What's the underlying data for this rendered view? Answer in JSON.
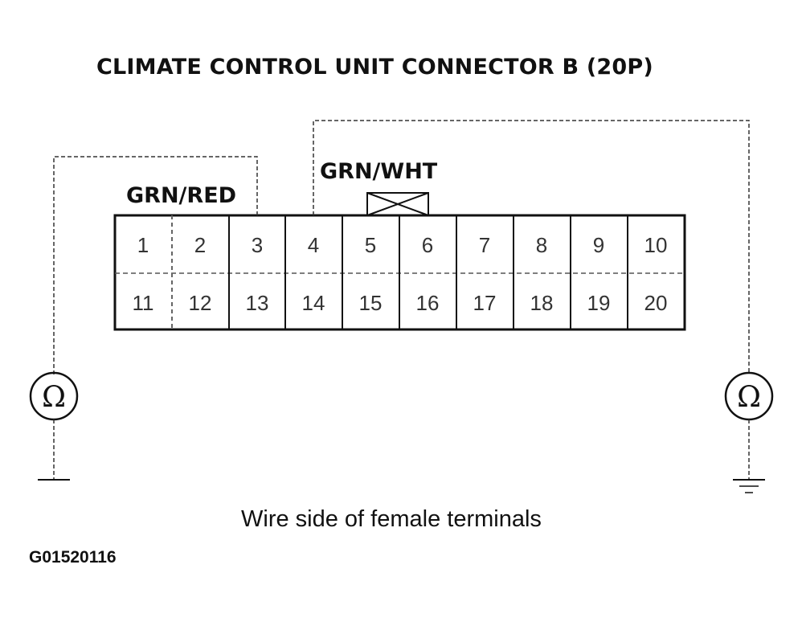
{
  "title": "CLIMATE CONTROL UNIT CONNECTOR B (20P)",
  "wires": {
    "left": "GRN/RED",
    "right": "GRN/WHT"
  },
  "connector": {
    "top_row": [
      "1",
      "2",
      "3",
      "4",
      "5",
      "6",
      "7",
      "8",
      "9",
      "10"
    ],
    "bottom_row": [
      "11",
      "12",
      "13",
      "14",
      "15",
      "16",
      "17",
      "18",
      "19",
      "20"
    ]
  },
  "meters": {
    "left_symbol": "Ω",
    "right_symbol": "Ω"
  },
  "caption": "Wire side of female terminals",
  "figure_code": "G01520116"
}
